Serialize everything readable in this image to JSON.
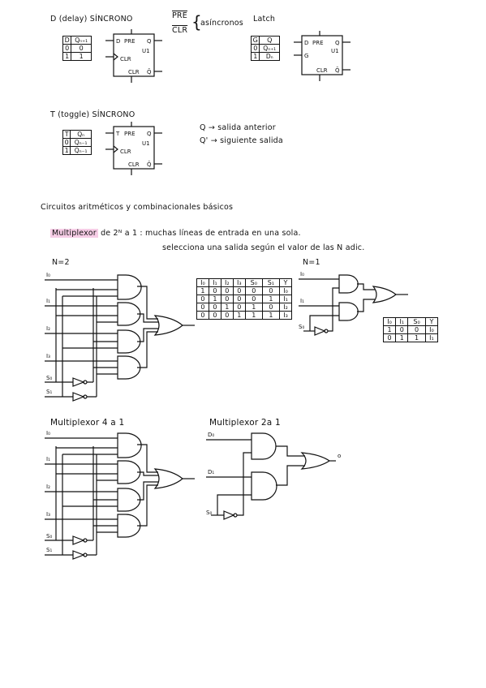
{
  "headings": {
    "d_title": "D   (delay) SÍNCRONO",
    "pre_bar": "PRE",
    "clr_bar": "CLR",
    "async": "asíncronos",
    "latch": "Latch",
    "t_title": "T   (toggle) SÍNCRONO",
    "q_note": "Q → salida anterior",
    "qp_note": "Q' → siguiente salida",
    "section": "Circuitos aritméticos y combinacionales básicos",
    "mux_word": "Multiplexor",
    "mux_rest": "de 2ᴺ a 1 : muchas líneas de entrada en una sola.",
    "mux_line2": "selecciona una salida según el valor de las N adic.",
    "n2": "N=2",
    "n1": "N=1",
    "mux41": "Multiplexor 4 a 1",
    "mux21": "Multiplexor 2a 1"
  },
  "d_table": {
    "header": [
      "D",
      "Qₙ₊₁"
    ],
    "rows": [
      [
        "0",
        "0"
      ],
      [
        "1",
        "1"
      ]
    ]
  },
  "latch_table": {
    "header": [
      "G",
      "Q"
    ],
    "rows": [
      [
        "0",
        "Qₙ₊₁"
      ],
      [
        "1",
        "Dₙ"
      ]
    ]
  },
  "t_table": {
    "header": [
      "T",
      "Qₙ"
    ],
    "rows": [
      [
        "0",
        "Qₙ₋₁"
      ],
      [
        "1",
        "Q̄ₙ₋₁"
      ]
    ]
  },
  "ff_block": {
    "pre": "PRE",
    "clr": "CLR",
    "u1": "U1",
    "q": "Q",
    "qbar": "Q̄",
    "d": "D",
    "t": "T",
    "g": "G"
  },
  "mux4_table": {
    "header": [
      "I₀",
      "I₁",
      "I₂",
      "I₃",
      "S₀",
      "S₁",
      "Y"
    ],
    "rows": [
      [
        "1",
        "0",
        "0",
        "0",
        "0",
        "0",
        "I₀"
      ],
      [
        "0",
        "1",
        "0",
        "0",
        "0",
        "1",
        "I₁"
      ],
      [
        "0",
        "0",
        "1",
        "0",
        "1",
        "0",
        "I₂"
      ],
      [
        "0",
        "0",
        "0",
        "1",
        "1",
        "1",
        "I₃"
      ]
    ]
  },
  "mux2_table": {
    "header": [
      "I₀",
      "I₁",
      "S₀",
      "Y"
    ],
    "rows": [
      [
        "1",
        "0",
        "0",
        "I₀"
      ],
      [
        "0",
        "1",
        "1",
        "I₁"
      ]
    ]
  },
  "labels4": {
    "i0": "I₀",
    "i1": "I₁",
    "i2": "I₂",
    "i3": "I₃",
    "s0": "S₀",
    "s1": "S₁"
  },
  "labels2": {
    "i0": "I₀",
    "i1": "I₁",
    "s0": "S₀"
  },
  "labels21": {
    "d0": "D₀",
    "d1": "D₁",
    "s0": "S₀",
    "out": "o"
  }
}
